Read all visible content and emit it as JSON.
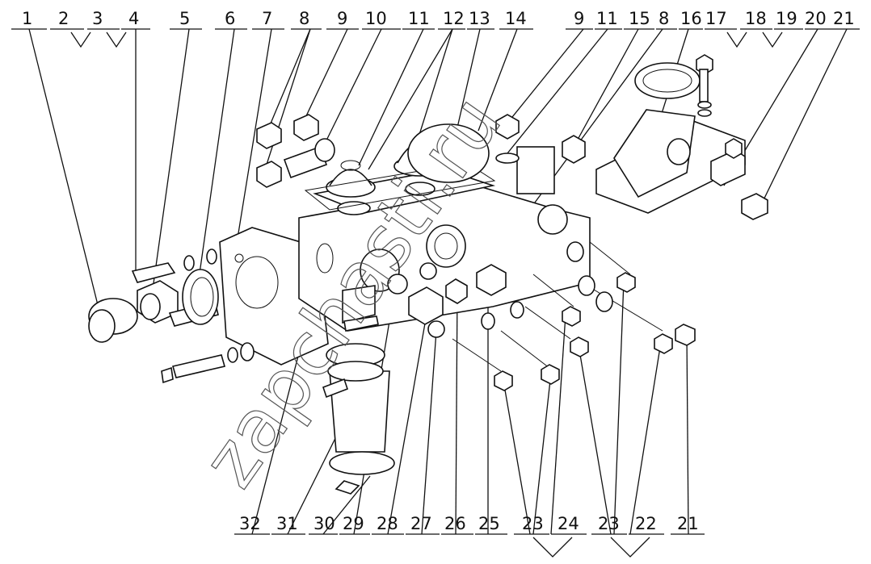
{
  "title": "",
  "watermark": "zapchasti.ru",
  "labels": {
    "top": [
      "1",
      "2",
      "3",
      "4",
      "5",
      "6",
      "7",
      "8",
      "9",
      "10",
      "11",
      "12",
      "13",
      "14",
      "9",
      "11",
      "15",
      "8",
      "16",
      "17",
      "18",
      "19",
      "20",
      "21"
    ],
    "bottom": [
      "32",
      "31",
      "30",
      "29",
      "28",
      "27",
      "26",
      "25",
      "23",
      "24",
      "23",
      "22",
      "21"
    ]
  }
}
